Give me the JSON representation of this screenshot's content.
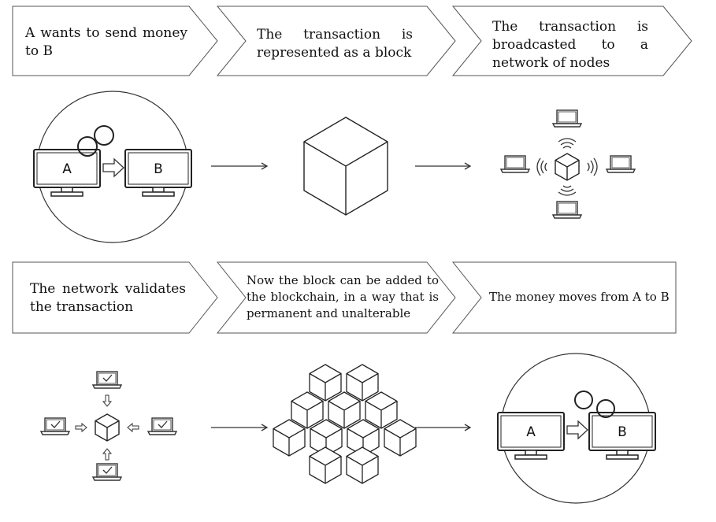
{
  "steps": [
    {
      "text": "A wants to send money to B"
    },
    {
      "text": "The transaction is represented as a block"
    },
    {
      "text": "The transaction is broadcasted to a network of nodes"
    },
    {
      "text": "The network validates the transaction"
    },
    {
      "text": "Now the block can be added to the blockchain, in a way that is permanent and unalterable"
    },
    {
      "text": "The money moves from A to B"
    }
  ],
  "labels": {
    "a": "A",
    "b": "B"
  },
  "colors": {
    "stroke": "#222222",
    "fill": "#ffffff",
    "text": "#111111"
  }
}
